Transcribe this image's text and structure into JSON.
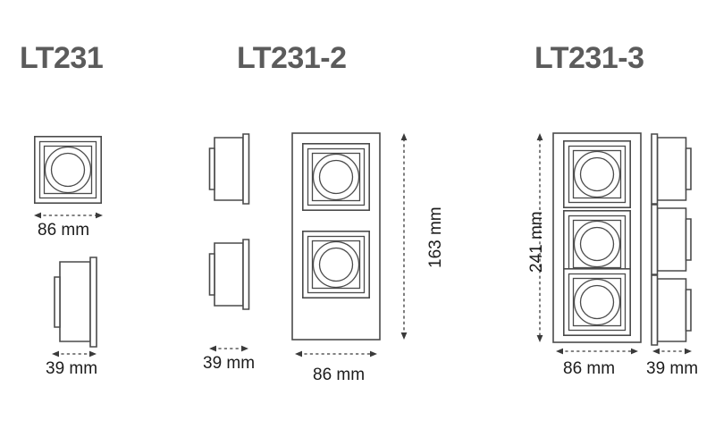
{
  "page": {
    "background_color": "#ffffff",
    "line_color": "#4a4a4a",
    "title_color": "#5b5b5b",
    "label_color": "#1c1c1c"
  },
  "groups": [
    {
      "id": "lt231",
      "title": "LT231",
      "views": [
        {
          "name": "front",
          "cells": 1,
          "dimension": {
            "text": "86 mm",
            "axis": "horizontal"
          }
        },
        {
          "name": "side",
          "cells": 1,
          "dimension": {
            "text": "39 mm",
            "axis": "horizontal"
          }
        }
      ]
    },
    {
      "id": "lt231-2",
      "title": "LT231-2",
      "views": [
        {
          "name": "side",
          "cells": 2,
          "dimension": {
            "text": "39 mm",
            "axis": "horizontal"
          }
        },
        {
          "name": "front",
          "cells": 2,
          "dimension": {
            "text": "86 mm",
            "axis": "horizontal"
          },
          "dimension_vertical": {
            "text": "163 mm",
            "axis": "vertical"
          }
        }
      ]
    },
    {
      "id": "lt231-3",
      "title": "LT231-3",
      "views": [
        {
          "name": "front",
          "cells": 3,
          "dimension": {
            "text": "86 mm",
            "axis": "horizontal"
          },
          "dimension_vertical": {
            "text": "241 mm",
            "axis": "vertical"
          }
        },
        {
          "name": "side",
          "cells": 3,
          "dimension": {
            "text": "39 mm",
            "axis": "horizontal"
          }
        }
      ]
    }
  ],
  "labels": {
    "title_1": "LT231",
    "title_2": "LT231-2",
    "title_3": "LT231-3",
    "g1_front_width": "86 mm",
    "g1_side_width": "39 mm",
    "g2_side_width": "39 mm",
    "g2_front_width": "86 mm",
    "g2_front_height": "163 mm",
    "g3_front_width": "86 mm",
    "g3_side_width": "39 mm",
    "g3_front_height": "241 mm"
  }
}
